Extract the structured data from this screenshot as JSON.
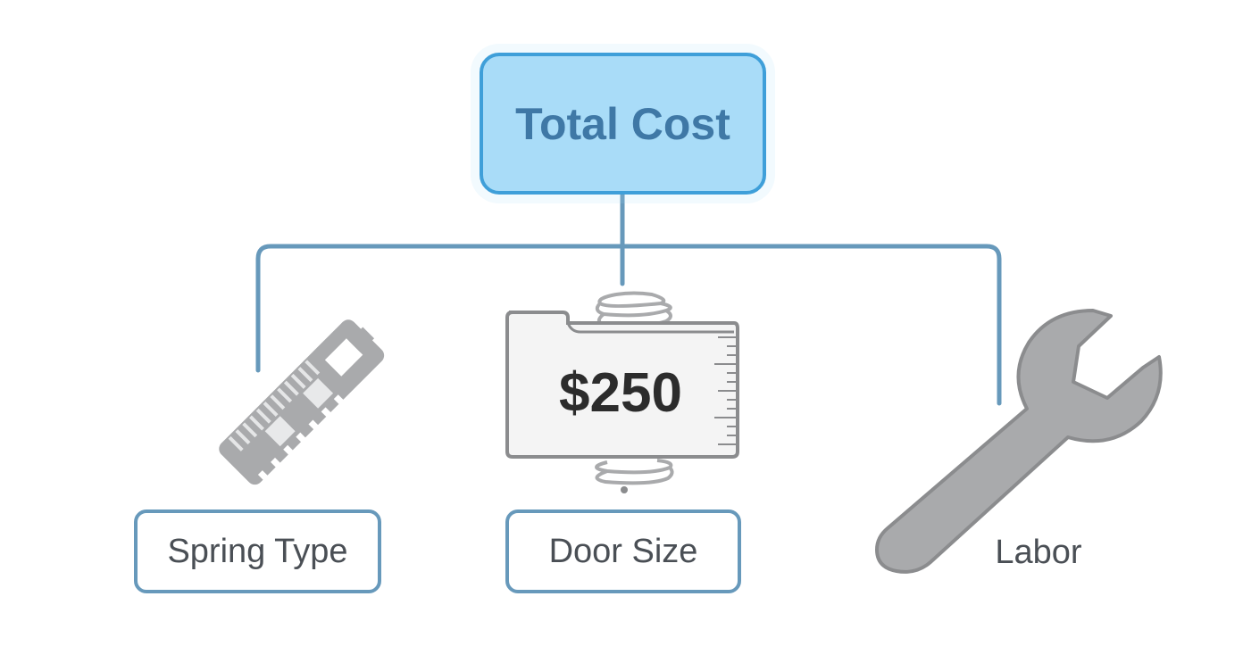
{
  "diagram": {
    "root": {
      "label": "Total Cost"
    },
    "price_tag": {
      "value": "$250"
    },
    "factors": [
      {
        "label": "Spring Type",
        "icon": "spring-strip-icon"
      },
      {
        "label": "Door Size",
        "icon": "measuring-tag-icon"
      },
      {
        "label": "Labor",
        "icon": "wrench-icon"
      }
    ]
  },
  "colors": {
    "root_fill": "#a9dcf8",
    "root_border": "#3f9fd9",
    "root_text": "#3f78a6",
    "connector": "#6799bb",
    "icon_gray": "#a9aaac",
    "icon_stroke": "#8b8c8e",
    "label_text": "#4a4f55"
  }
}
